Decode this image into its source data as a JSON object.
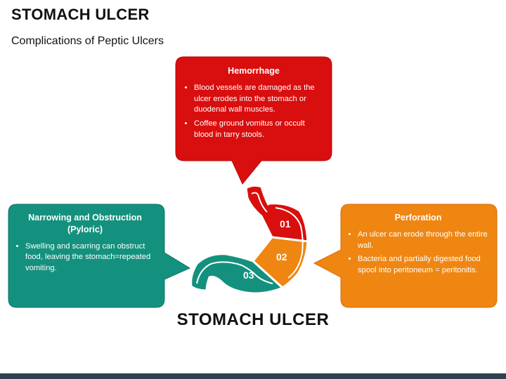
{
  "title": "STOMACH ULCER",
  "subtitle": "Complications of Peptic Ulcers",
  "center_label": "STOMACH ULCER",
  "colors": {
    "red": "#d90e0e",
    "orange": "#ef8611",
    "teal": "#14917e",
    "dark_red": "#b50b0b",
    "dark_orange": "#d46f0d",
    "dark_teal": "#0e7565",
    "bar": "#2f4050"
  },
  "callouts": {
    "hemorrhage": {
      "title": "Hemorrhage",
      "bullets": [
        "Blood vessels are damaged as the ulcer erodes into the stomach or duodenal wall muscles.",
        "Coffee ground vomitus or occult blood in tarry stools."
      ]
    },
    "perforation": {
      "title": "Perforation",
      "bullets": [
        "An ulcer can erode through the entire wall.",
        "Bacteria and partially digested food spool into peritoneum = peritonitis."
      ]
    },
    "narrowing": {
      "title": "Narrowing and Obstruction (Pyloric)",
      "bullets": [
        "Swelling and scarring can obstruct food, leaving the stomach=repeated vomiting."
      ]
    }
  },
  "segments": [
    "01",
    "02",
    "03"
  ]
}
